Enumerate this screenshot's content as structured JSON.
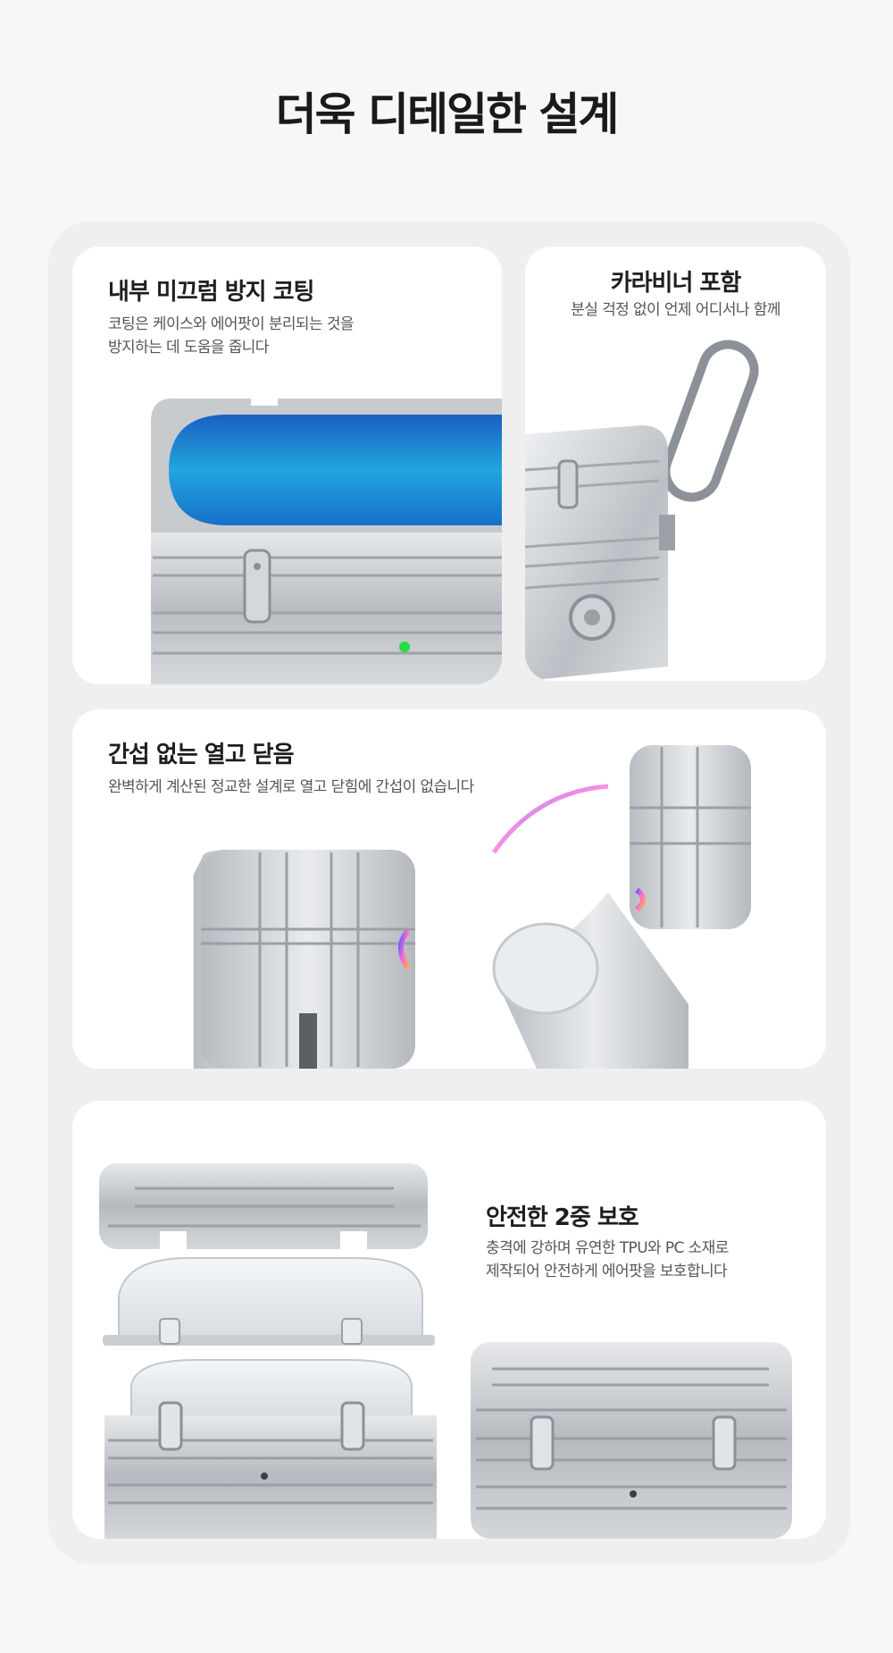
{
  "page": {
    "title": "더욱 디테일한 설계"
  },
  "cards": [
    {
      "title": "내부 미끄럼 방지 코팅",
      "desc_lines": [
        "코팅은 케이스와 에어팟이 분리되는 것을",
        "방지하는 데 도움을 줍니다"
      ]
    },
    {
      "title": "카라비너 포함",
      "desc_lines": [
        "분실 걱정 없이 언제 어디서나 함께"
      ]
    },
    {
      "title": "간섭 없는 열고 닫음",
      "desc_lines": [
        "완벽하게 계산된 정교한 설계로 열고 닫힘에 간섭이 없습니다"
      ]
    },
    {
      "title": "안전한 2중 보호",
      "desc_lines": [
        "충격에 강하며 유연한 TPU와 PC 소재로",
        "제작되어 안전하게 에어팟을 보호합니다"
      ]
    }
  ],
  "colors": {
    "background": "#f7f7f7",
    "panel": "#efefef",
    "card": "#ffffff",
    "metal": "#c9ccd0",
    "coating_blue": "#1e90d6",
    "led_green": "#22dd44"
  },
  "icons": [
    "suitcase-case-open-illustration",
    "carabiner-case-illustration",
    "case-closed-illustration",
    "case-opening-illustration",
    "case-exploded-illustration",
    "case-assembled-illustration"
  ]
}
